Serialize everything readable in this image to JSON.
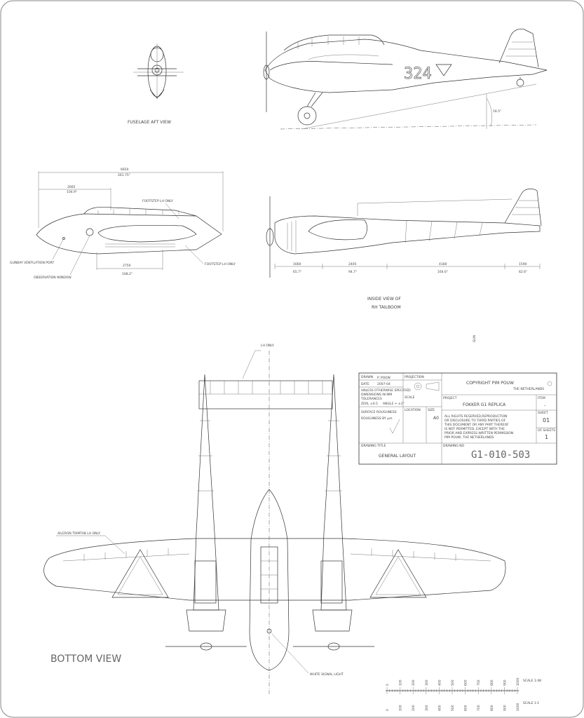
{
  "views": {
    "fuselage_aft": "FUSELAGE AFT VIEW",
    "inside_rh_line1": "INSIDE VIEW OF",
    "inside_rh_line2": "RH TAILBOOM",
    "bottom": "BOTTOM VIEW"
  },
  "side_view": {
    "tail_number": "324",
    "angle": "16.5°"
  },
  "fuselage_dims": {
    "overall_mm": "6650",
    "overall_in": "261.75\"",
    "front_mm": "2665",
    "front_in": "104.9\"",
    "bottom_mm": "2750",
    "bottom_in": "108.2\"",
    "callout_footstep_top": "FOOTSTEP LH ONLY",
    "callout_footstep_bottom": "FOOTSTEP LH ONLY",
    "callout_gun_port": "GUNBAY VENTILATION PORT",
    "callout_obs_window": "OBSERVATION WINDOW"
  },
  "tailboom_dims": [
    {
      "mm": "1660",
      "in": "65.7\""
    },
    {
      "mm": "2405",
      "in": "94.7\""
    },
    {
      "mm": "4180",
      "in": "164.6\""
    },
    {
      "mm": "1590",
      "in": "62.6\""
    }
  ],
  "bottom_view": {
    "callout_lh_only": "LH ONLY",
    "callout_aileron": "AILERON TRIMTAB LH ONLY",
    "callout_signal": "WHITE SIGNAL LIGHT",
    "gun_mark": "GUN"
  },
  "title_block": {
    "drawn_label": "DRAWN",
    "drawn_by": "P. POUW",
    "date_label": "DATE",
    "date": "2007-04",
    "projection_label": "PROJECTION",
    "copyright": "COPYRIGHT  PIM POUW",
    "country": "THE NETHERLANDS",
    "unless_note": "UNLESS OTHERWISE SPECIFIED",
    "dims_note": "DIMENSIONS IN MM",
    "tolerances": "TOLERANCES",
    "tol_values": "ZERL  ±0.5",
    "angle_tol": "ANGLE + ±1°",
    "scale_label": "SCALE",
    "project_label": "PROJECT",
    "project": "FOKKER G1 REPLICA",
    "item_label": "ITEM",
    "item": "-",
    "surface_label": "SURFACE ROUGHNESS",
    "roughness": "ROUGHNESS BY   μm",
    "location_label": "LOCATION",
    "size_label": "SIZE",
    "size": "A0",
    "rights": [
      "ALL RIGHTS RESERVED,REPRODUCTION",
      "OR DISCLOSURE TO THIRD PARTIES OF",
      "THIS DOCUMENT OR ANY PART THEREOF",
      "IS NOT PERMITTED, EXCEPT WITH THE",
      "PRIOR AND EXPRESS WRITTEN PERMISSION",
      "PIM POUW, THE NETHERLANDS"
    ],
    "sheet_label": "SHEET",
    "sheet": "01",
    "of_sheets_label": "OF SHEETS",
    "of_sheets": "1",
    "drawing_title_label": "DRAWING TITLE",
    "drawing_title": "GENERAL LAYOUT",
    "drawing_no_label": "DRAWING NO",
    "drawing_no": "G1-010-503"
  },
  "scale_bar": {
    "ticks": [
      "0",
      "100",
      "200",
      "300",
      "400",
      "500",
      "600",
      "700",
      "800",
      "900",
      "1000"
    ],
    "ticks_lower": [
      "0",
      "100",
      "200",
      "300",
      "400",
      "500",
      "600",
      "700",
      "800",
      "900",
      "1000"
    ],
    "scale_1": "SCALE 1:48",
    "scale_2": "SCALE 1:1"
  }
}
